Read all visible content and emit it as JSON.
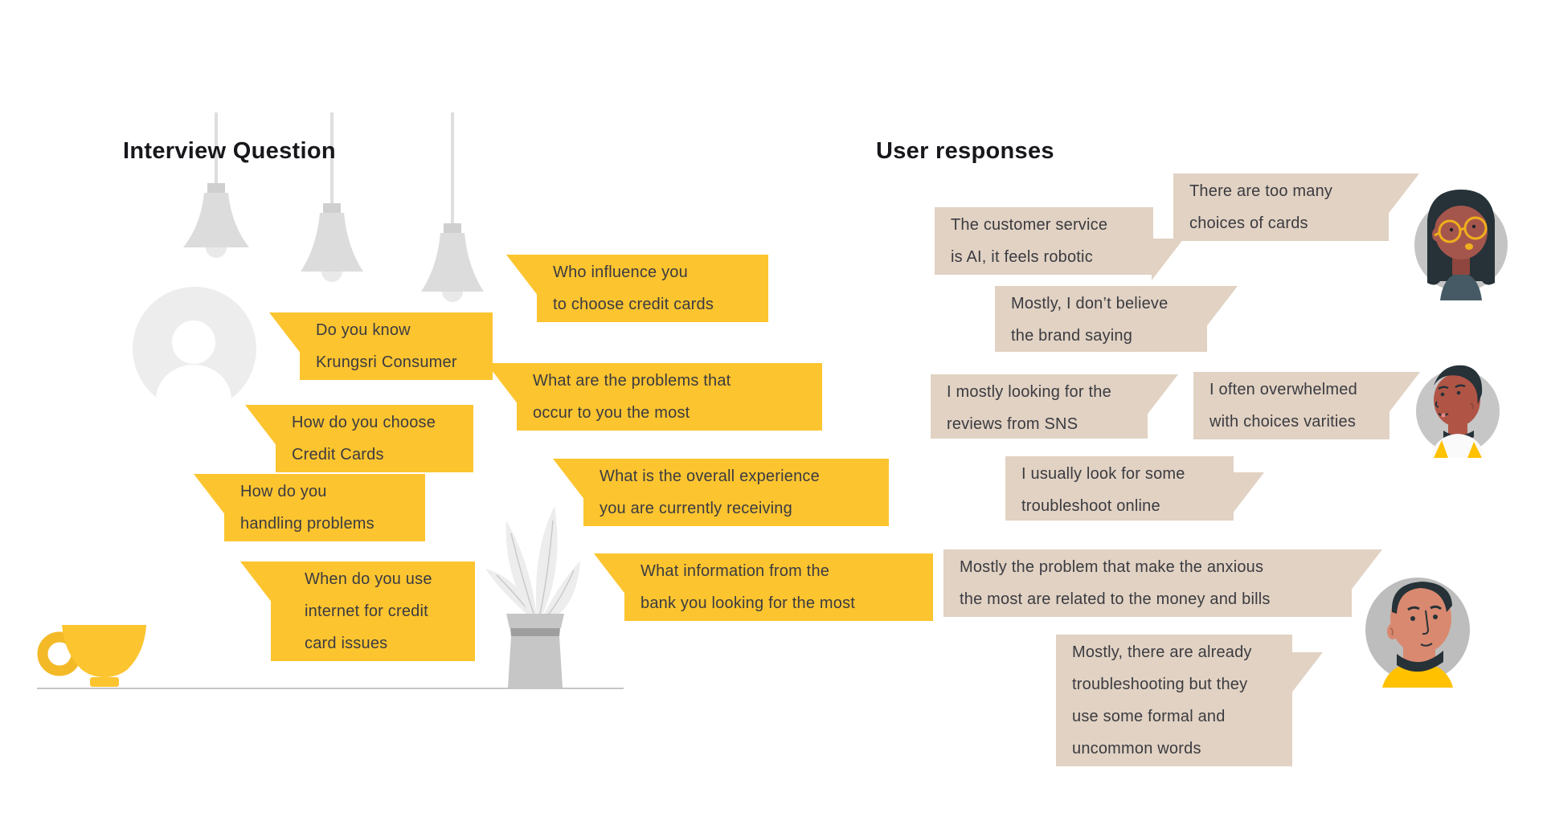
{
  "titles": {
    "questions": "Interview Question",
    "responses": "User responses"
  },
  "question_bubbles": [
    {
      "text": "Who influence you\nto choose credit cards"
    },
    {
      "text": "Do you know\nKrungsri Consumer"
    },
    {
      "text": "What are the problems that\noccur to you the most"
    },
    {
      "text": "How do you choose\nCredit Cards"
    },
    {
      "text": "How do you\nhandling problems"
    },
    {
      "text": "What is the overall experience\nyou are currently receiving"
    },
    {
      "text": "What information from the\nbank you looking for the most"
    },
    {
      "text": "When do you use\ninternet for credit\ncard issues"
    }
  ],
  "response_bubbles": [
    {
      "text": "There are too many\nchoices of cards"
    },
    {
      "text": "The customer service\nis AI, it feels robotic"
    },
    {
      "text": "Mostly, I don’t believe\nthe brand saying"
    },
    {
      "text": "I mostly looking for the\nreviews from SNS"
    },
    {
      "text": "I often overwhelmed\nwith choices varities"
    },
    {
      "text": "I usually look for some\ntroubleshoot online"
    },
    {
      "text": "Mostly the problem that make the anxious\nthe most are related to the money and bills"
    },
    {
      "text": "Mostly, there are already\ntroubleshooting but they\nuse some formal and\nuncommon words"
    }
  ],
  "avatars": [
    {
      "name": "woman-with-glasses-avatar"
    },
    {
      "name": "young-man-avatar"
    },
    {
      "name": "bald-man-avatar"
    }
  ],
  "decorations": {
    "icons": [
      "pendant-lamps-icon",
      "person-silhouette-icon",
      "plant-icon",
      "coffee-cup-icon",
      "ground-line"
    ]
  },
  "colors": {
    "question_bubble": "#FCC42F",
    "response_bubble": "#E1D2C3",
    "bubble_text": "#3B3B41",
    "heading_text": "#17171C",
    "accent_yellow": "#FFC100",
    "illustration_gray": "#C6C6C6"
  }
}
